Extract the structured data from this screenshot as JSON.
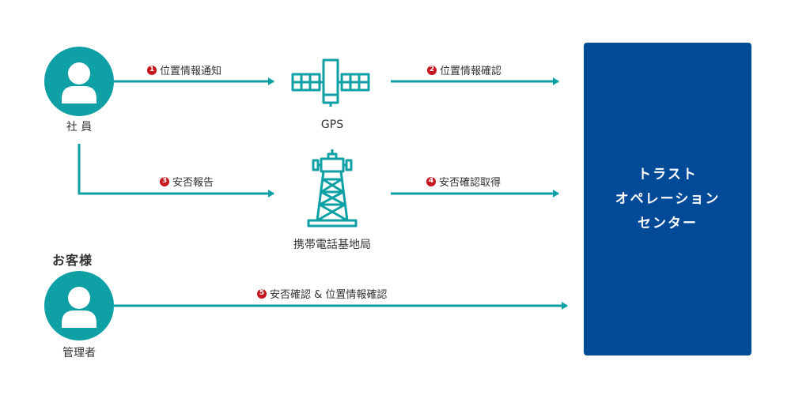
{
  "colors": {
    "teal": "#0fa0a5",
    "blue": "#004a98",
    "badge": "#c7161d",
    "text": "#333333"
  },
  "nodes": {
    "employee": {
      "label": "社 員",
      "icon": "person-icon"
    },
    "gps": {
      "label": "GPS",
      "icon": "satellite-icon"
    },
    "base_station": {
      "label": "携帯電話基地局",
      "icon": "cell-tower-icon"
    },
    "customer_group": {
      "title": "お客様"
    },
    "admin": {
      "label": "管理者",
      "icon": "person-icon"
    },
    "operation_center": {
      "lines": [
        "トラスト",
        "オペレーション",
        "センター"
      ]
    }
  },
  "flows": [
    {
      "step": "1",
      "label": "位置情報通知"
    },
    {
      "step": "2",
      "label": "位置情報確認"
    },
    {
      "step": "3",
      "label": "安否報告"
    },
    {
      "step": "4",
      "label": "安否確認取得"
    },
    {
      "step": "5",
      "label": "安否確認 & 位置情報確認"
    }
  ]
}
